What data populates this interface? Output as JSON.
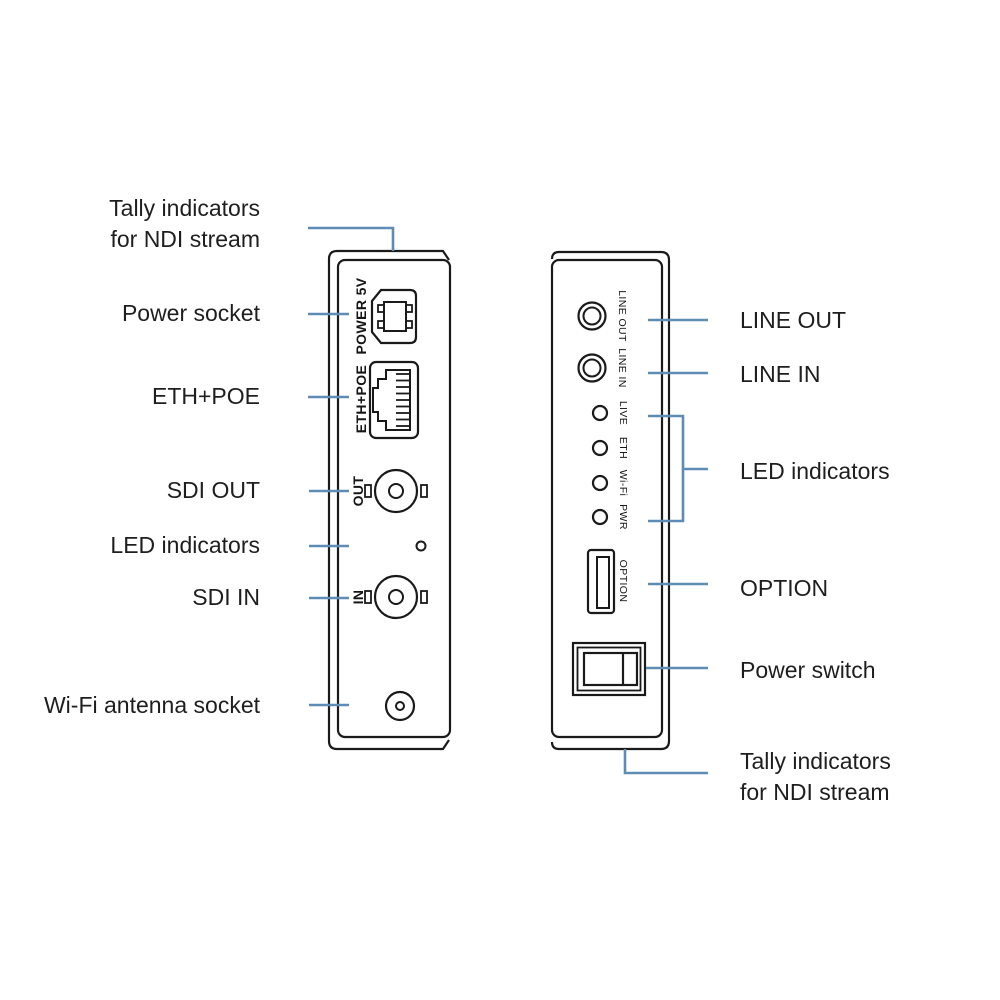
{
  "labels_left": {
    "tally": [
      "Tally indicators",
      "for NDI stream"
    ],
    "power_socket": "Power socket",
    "eth_poe": "ETH+POE",
    "sdi_out": "SDI OUT",
    "led_indicators": "LED indicators",
    "sdi_in": "SDI IN",
    "wifi_antenna": "Wi-Fi antenna socket"
  },
  "labels_right": {
    "line_out": "LINE OUT",
    "line_in": "LINE IN",
    "led_indicators": "LED indicators",
    "option": "OPTION",
    "power_switch": "Power switch",
    "tally": [
      "Tally indicators",
      "for NDI stream"
    ]
  },
  "panel_left_ports": {
    "power": "POWER 5V",
    "eth": "ETH+POE",
    "sdi_out": "OUT",
    "sdi_in": "IN"
  },
  "panel_right_ports": {
    "line_out": "LINE OUT",
    "line_in": "LINE IN",
    "led_live": "LIVE",
    "led_eth": "ETH",
    "led_wifi": "Wi-Fi",
    "led_pwr": "PWR",
    "option": "OPTION"
  },
  "colors": {
    "callout_line": "#5f8cb4",
    "ink": "#1e1e1e",
    "outline": "#1a1a1a",
    "background": "#ffffff"
  }
}
